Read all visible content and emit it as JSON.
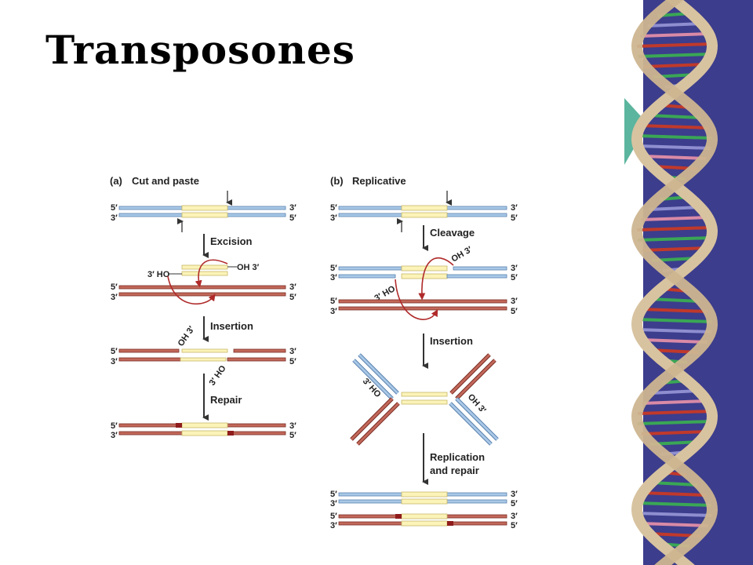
{
  "slide": {
    "title": "Transposones"
  },
  "panel_a": {
    "label": "(a)",
    "title": "Cut and paste",
    "steps": [
      "Excision",
      "Insertion",
      "Repair"
    ]
  },
  "panel_b": {
    "label": "(b)",
    "title": "Replicative",
    "steps": [
      "Cleavage",
      "Insertion",
      "Replication",
      "and repair"
    ]
  },
  "ends": {
    "five_prime": "5′",
    "three_prime": "3′",
    "ho3": "3′ HO",
    "oh3": "OH 3′"
  },
  "colors": {
    "blue_strand": "#a8c8e6",
    "blue_edge": "#5b82b0",
    "red_strand": "#c2685a",
    "red_edge": "#7a2e25",
    "transposon": "#fbf3b8",
    "arrow": "#333333",
    "red_arrow": "#b02a2a",
    "panel_bg": "#3c3d8c",
    "dna_backbone": "#d8c3a0"
  }
}
